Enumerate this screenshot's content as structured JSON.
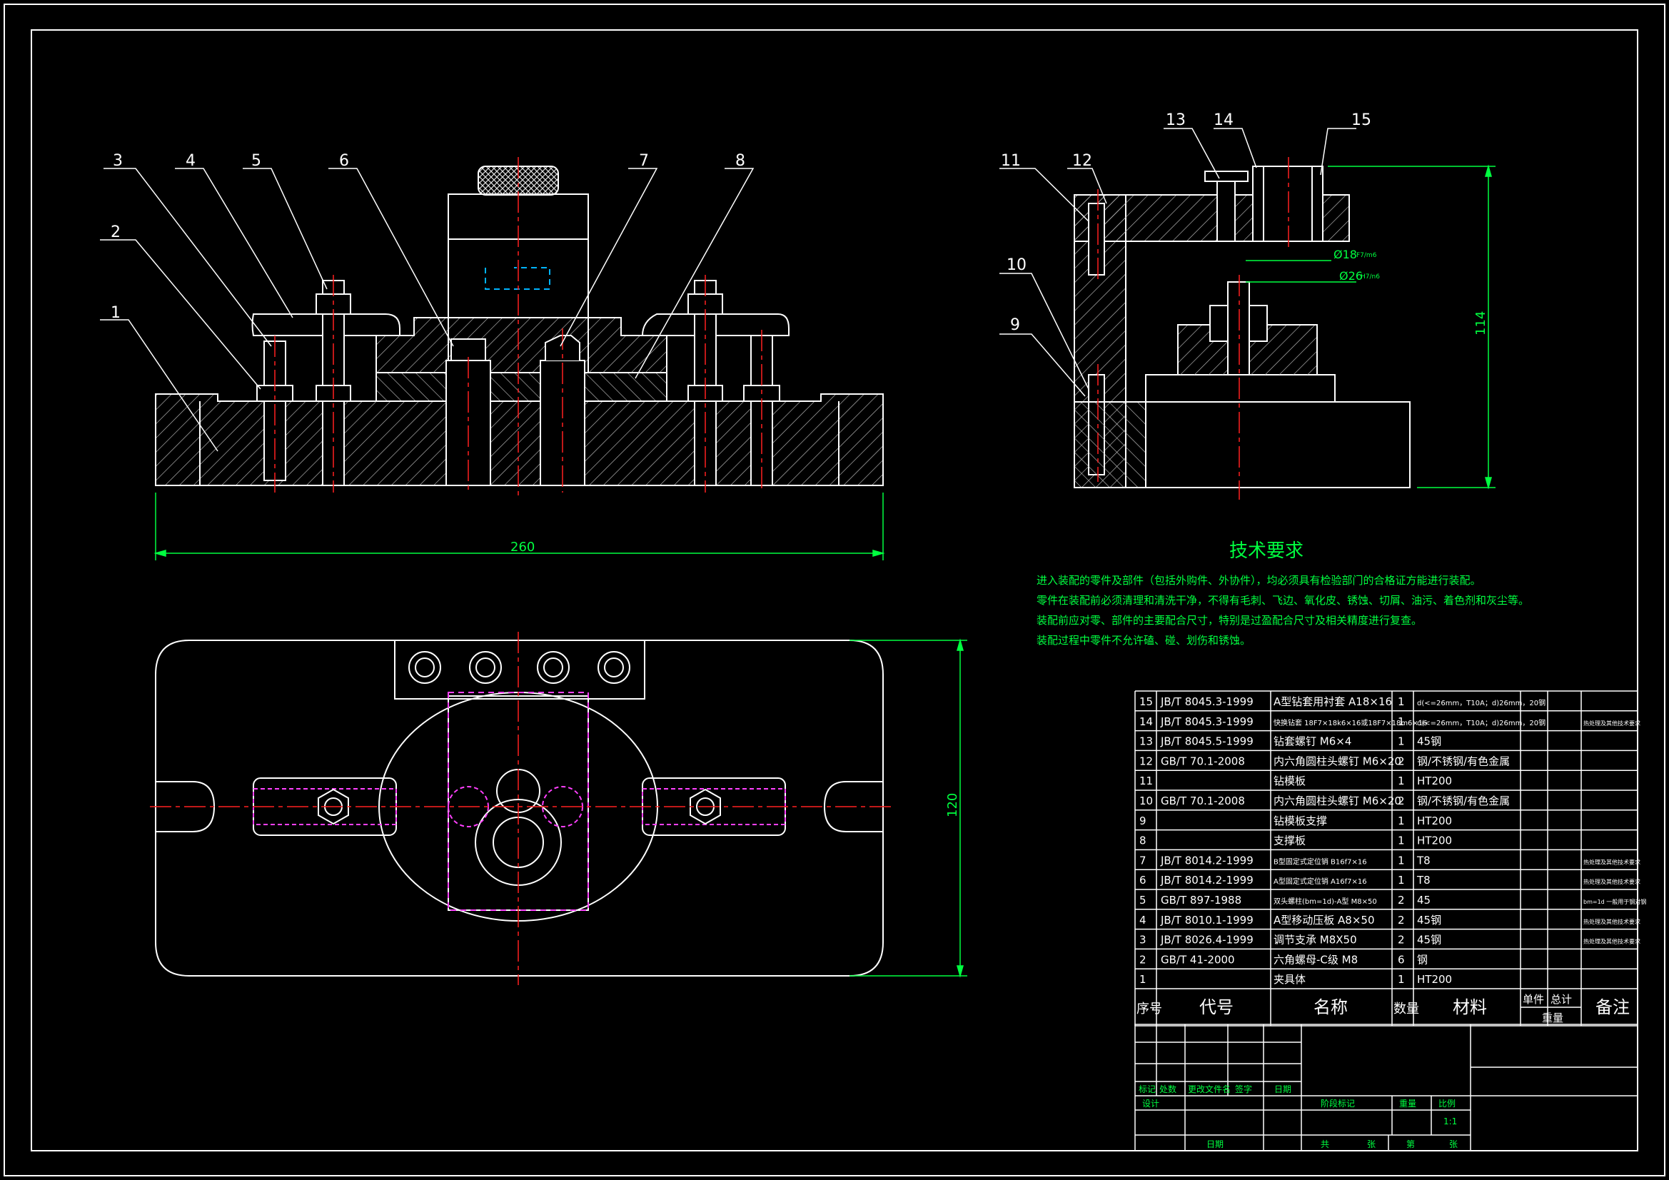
{
  "colors": {
    "background": "#000000",
    "line": "#ffffff",
    "dimension": "#00ff40",
    "center": "#ff2020",
    "hidden": "#ff40ff",
    "hatch": "#c8c8c8",
    "text": "#ffffff",
    "note": "#00ff40"
  },
  "front_view": {
    "part_labels": [
      "1",
      "2",
      "3",
      "4",
      "5",
      "6",
      "7",
      "8"
    ],
    "dim_width": "260"
  },
  "side_view": {
    "part_labels": [
      "9",
      "10",
      "11",
      "12",
      "13",
      "14",
      "15"
    ],
    "dim_d18": "Ø18",
    "dim_d18_tol": "F7/m6",
    "dim_d26": "Ø26",
    "dim_d26_tol": "H7/n6",
    "dim_height": "114"
  },
  "top_view": {
    "dim_height": "120"
  },
  "tech_requirements": {
    "title": "技术要求",
    "lines": [
      "进入装配的零件及部件（包括外购件、外协件），均必须具有检验部门的合格证方能进行装配。",
      "零件在装配前必须清理和清洗干净，不得有毛刺、飞边、氧化皮、锈蚀、切屑、油污、着色剂和灰尘等。",
      "装配前应对零、部件的主要配合尺寸，特别是过盈配合尺寸及相关精度进行复查。",
      "装配过程中零件不允许磕、碰、划伤和锈蚀。"
    ]
  },
  "bom": {
    "rows": [
      {
        "no": "15",
        "code": "JB/T 8045.3-1999",
        "name": "A型钻套用衬套 A18×16",
        "qty": "1",
        "material": "d(<=26mm，T10A；d)26mm，20钢",
        "note": ""
      },
      {
        "no": "14",
        "code": "JB/T 8045.3-1999",
        "name": "快换钻套 18F7×18k6×16或18F7×18m6×16",
        "qty": "1",
        "material": "d(<=26mm，T10A；d)26mm，20钢",
        "note": "热处理及其他技术要求"
      },
      {
        "no": "13",
        "code": "JB/T 8045.5-1999",
        "name": "钻套螺钉 M6×4",
        "qty": "1",
        "material": "45钢",
        "note": ""
      },
      {
        "no": "12",
        "code": "GB/T 70.1-2008",
        "name": "内六角圆柱头螺钉 M6×20",
        "qty": "2",
        "material": "钢/不锈钢/有色金属",
        "note": ""
      },
      {
        "no": "11",
        "code": "",
        "name": "钻模板",
        "qty": "1",
        "material": "HT200",
        "note": ""
      },
      {
        "no": "10",
        "code": "GB/T 70.1-2008",
        "name": "内六角圆柱头螺钉 M6×20",
        "qty": "2",
        "material": "钢/不锈钢/有色金属",
        "note": ""
      },
      {
        "no": "9",
        "code": "",
        "name": "钻模板支撑",
        "qty": "1",
        "material": "HT200",
        "note": ""
      },
      {
        "no": "8",
        "code": "",
        "name": "支撑板",
        "qty": "1",
        "material": "HT200",
        "note": ""
      },
      {
        "no": "7",
        "code": "JB/T 8014.2-1999",
        "name": "B型固定式定位销 B16f7×16",
        "qty": "1",
        "material": "T8",
        "note": "热处理及其他技术要求"
      },
      {
        "no": "6",
        "code": "JB/T 8014.2-1999",
        "name": "A型固定式定位销 A16f7×16",
        "qty": "1",
        "material": "T8",
        "note": "热处理及其他技术要求"
      },
      {
        "no": "5",
        "code": "GB/T 897-1988",
        "name": "双头螺柱(bm=1d)-A型 M8×50",
        "qty": "2",
        "material": "45",
        "note": "bm=1d 一般用于钢对钢"
      },
      {
        "no": "4",
        "code": "JB/T 8010.1-1999",
        "name": "A型移动压板 A8×50",
        "qty": "2",
        "material": "45钢",
        "note": "热处理及其他技术要求"
      },
      {
        "no": "3",
        "code": "JB/T 8026.4-1999",
        "name": "调节支承 M8X50",
        "qty": "2",
        "material": "45钢",
        "note": "热处理及其他技术要求"
      },
      {
        "no": "2",
        "code": "GB/T 41-2000",
        "name": "六角螺母-C级 M8",
        "qty": "6",
        "material": "钢",
        "note": ""
      },
      {
        "no": "1",
        "code": "",
        "name": "夹具体",
        "qty": "1",
        "material": "HT200",
        "note": ""
      }
    ],
    "header": {
      "no": "序号",
      "code": "代号",
      "name": "名称",
      "qty": "数量",
      "material": "材料",
      "unit": "单件",
      "total": "总计",
      "weight": "重量",
      "note": "备注"
    }
  },
  "title_block": {
    "row_labels": [
      "标记",
      "处数",
      "更改文件名",
      "签字",
      "日期"
    ],
    "design": "设计",
    "date": "日期",
    "stage": "阶段标记",
    "weight": "重量",
    "scale": "比例",
    "scale_value": "1:1",
    "total": "共",
    "sheet": "张",
    "page": "第",
    "sheet2": "张"
  }
}
